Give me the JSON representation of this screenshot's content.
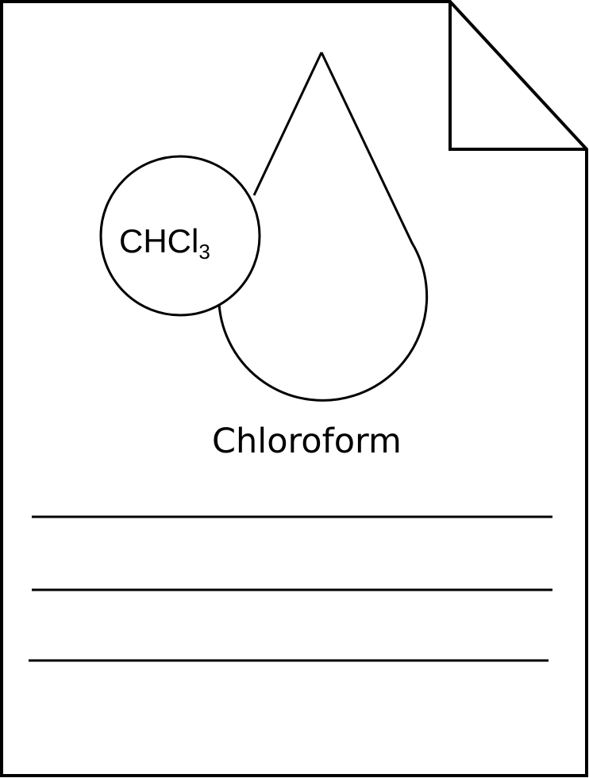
{
  "document": {
    "icon": "document-page-icon",
    "corner_icon": "folded-corner-icon",
    "stroke_color": "#000000",
    "background_color": "#ffffff"
  },
  "chemical": {
    "icon": "liquid-drop-icon",
    "formula_prefix": "CHCl",
    "formula_subscript": "3",
    "name": "Chloroform"
  },
  "text_lines": {
    "count_label": "blank-lines",
    "items": [
      "",
      "",
      ""
    ]
  }
}
